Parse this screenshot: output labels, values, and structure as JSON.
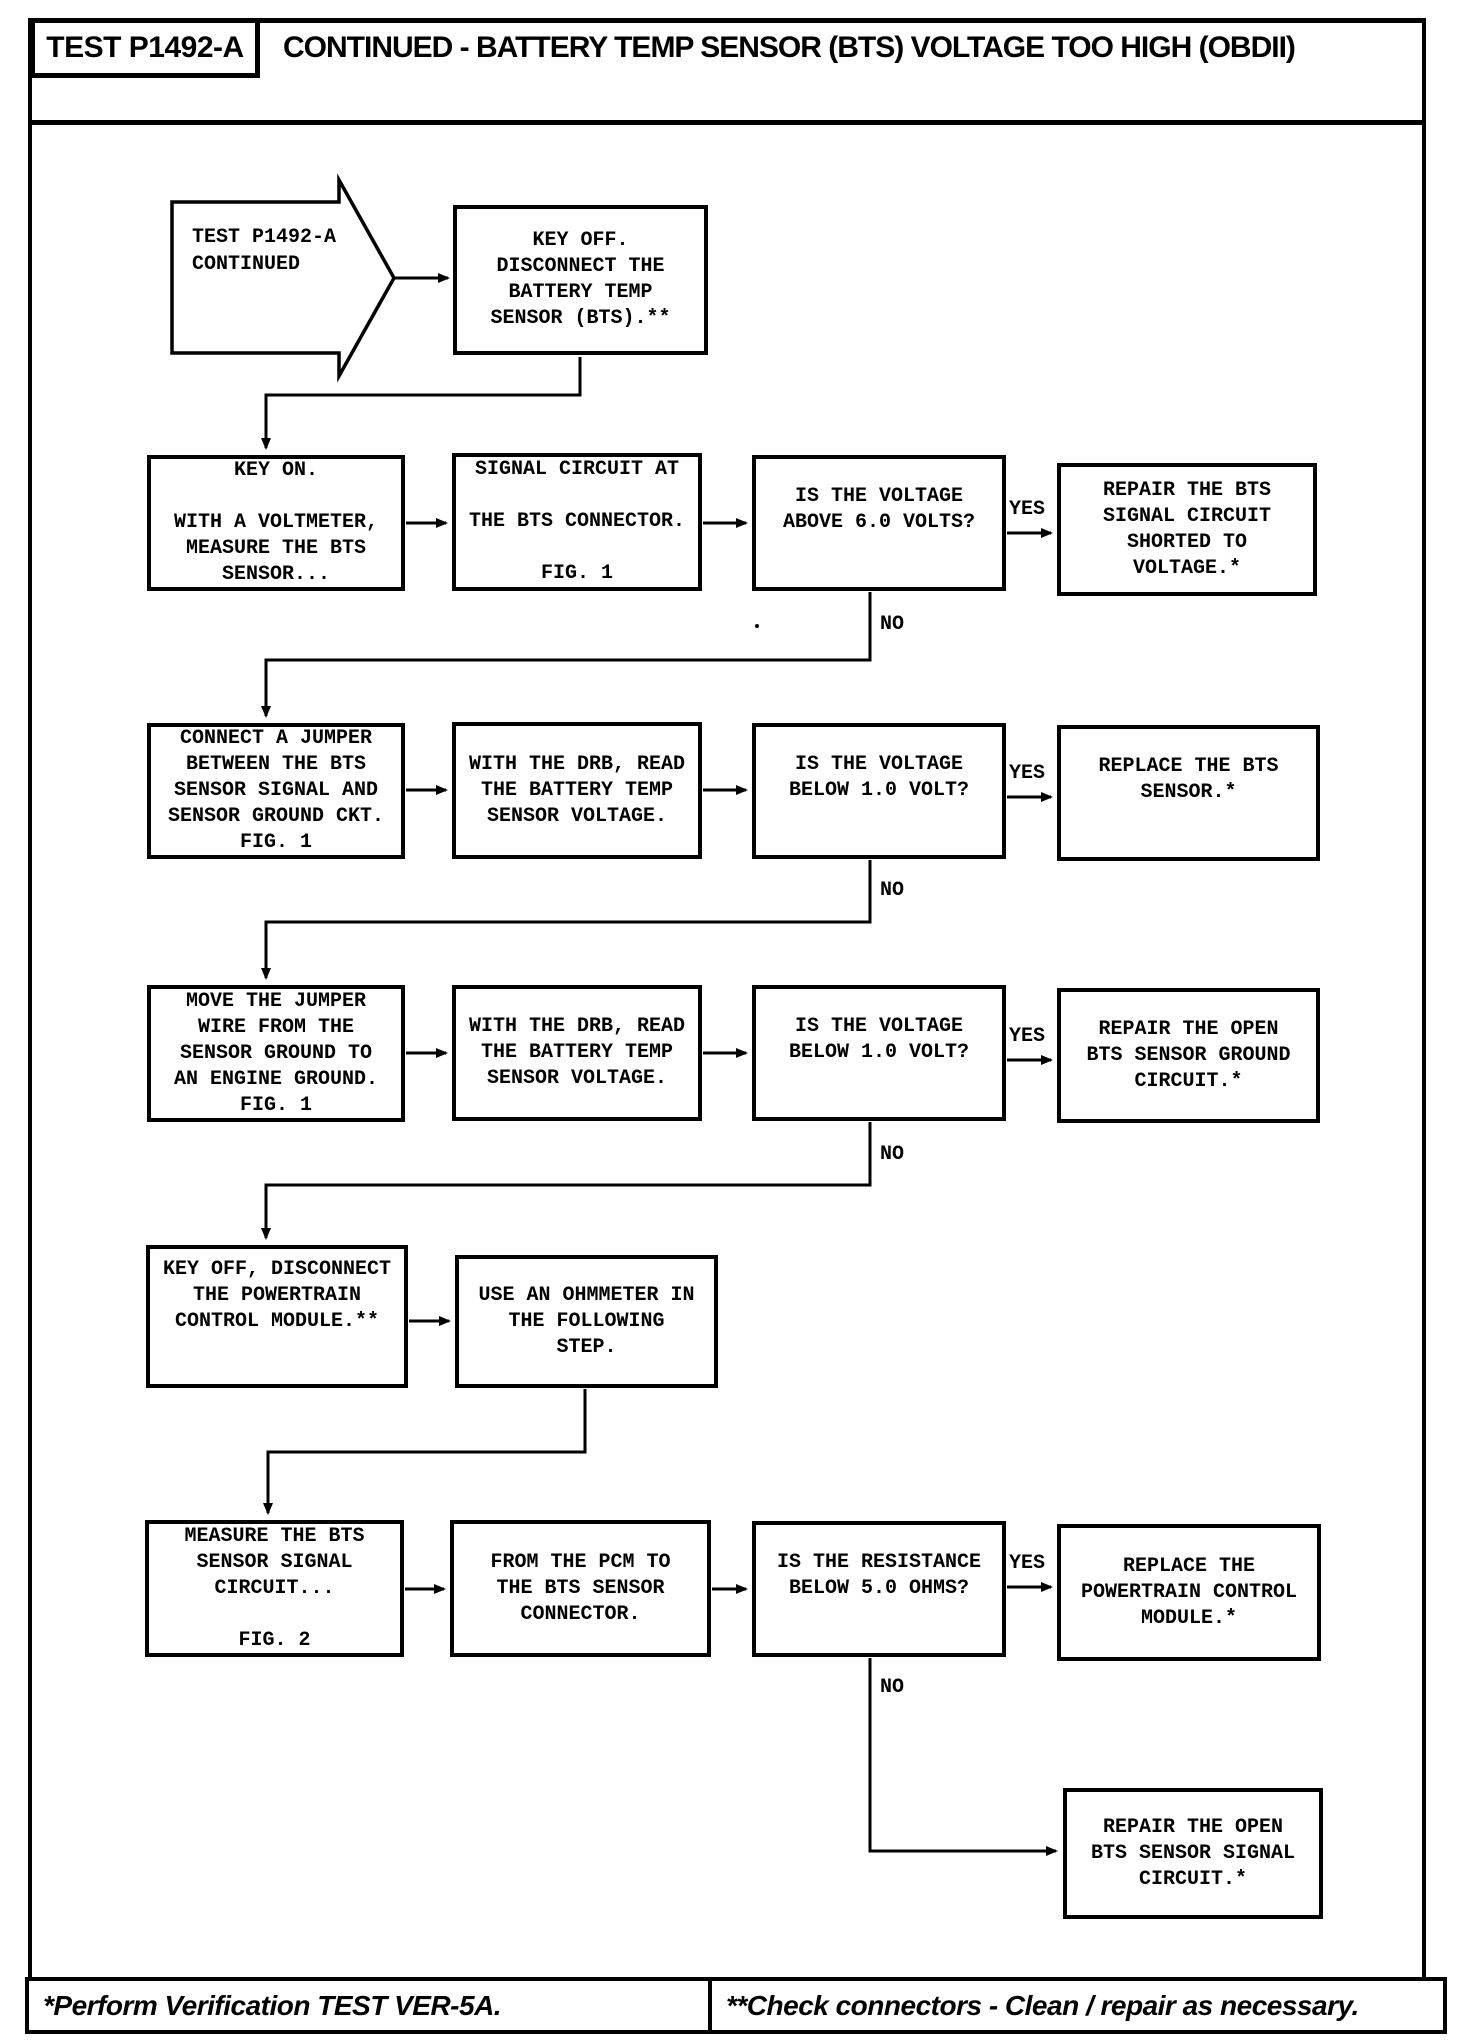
{
  "header": {
    "test_label": "TEST P1492-A",
    "title": "CONTINUED - BATTERY TEMP SENSOR (BTS) VOLTAGE TOO HIGH (OBDII)"
  },
  "branch_labels": {
    "yes": "YES",
    "no": "NO"
  },
  "nodes": {
    "start": "TEST P1492-A\nCONTINUED",
    "key_off_disconnect_bts": "KEY OFF.\nDISCONNECT THE\nBATTERY TEMP\nSENSOR (BTS).**",
    "key_on_measure": "KEY ON.\n\nWITH A VOLTMETER,\nMEASURE THE BTS\nSENSOR...",
    "signal_circuit": "SIGNAL CIRCUIT AT\n\nTHE BTS CONNECTOR.\n\nFIG. 1",
    "voltage_above_6": "IS THE VOLTAGE\nABOVE 6.0 VOLTS?",
    "repair_shorted": "REPAIR THE BTS\nSIGNAL CIRCUIT\nSHORTED TO\nVOLTAGE.*",
    "connect_jumper": "CONNECT A JUMPER\nBETWEEN THE BTS\nSENSOR SIGNAL AND\nSENSOR GROUND CKT.\nFIG. 1",
    "drb_read_1": "WITH THE DRB, READ\nTHE BATTERY TEMP\nSENSOR VOLTAGE.",
    "voltage_below_1a": "IS THE VOLTAGE\nBELOW 1.0 VOLT?",
    "replace_bts": "REPLACE THE BTS\nSENSOR.*",
    "move_jumper": "MOVE THE JUMPER\nWIRE FROM THE\nSENSOR GROUND TO\nAN ENGINE GROUND.\nFIG. 1",
    "drb_read_2": "WITH THE DRB, READ\nTHE BATTERY TEMP\nSENSOR VOLTAGE.",
    "voltage_below_1b": "IS THE VOLTAGE\nBELOW 1.0 VOLT?",
    "repair_ground": "REPAIR THE OPEN\nBTS SENSOR GROUND\nCIRCUIT.*",
    "key_off_pcm": "KEY OFF, DISCONNECT\nTHE POWERTRAIN\nCONTROL MODULE.**",
    "use_ohmmeter": "USE AN OHMMETER IN\nTHE FOLLOWING\nSTEP.",
    "measure_signal": "MEASURE THE BTS\nSENSOR SIGNAL\nCIRCUIT...\n\nFIG. 2",
    "pcm_to_bts": "FROM THE PCM TO\nTHE BTS SENSOR\nCONNECTOR.",
    "resistance_below_5": "IS THE RESISTANCE\nBELOW 5.0 OHMS?",
    "replace_pcm": "REPLACE THE\nPOWERTRAIN CONTROL\nMODULE.*",
    "repair_signal_open": "REPAIR THE OPEN\nBTS SENSOR SIGNAL\nCIRCUIT.*"
  },
  "footer": {
    "left_note": "*Perform Verification TEST VER-5A.",
    "right_note": "**Check connectors - Clean / repair as necessary."
  }
}
